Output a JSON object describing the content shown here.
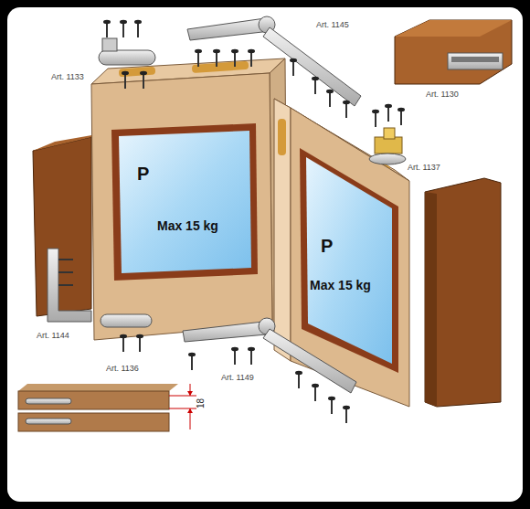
{
  "diagram": {
    "nodes": [
      {
        "text": [
          "P",
          "Max 15 kg"
        ]
      },
      {
        "text": [
          "P",
          "Max 15 kg"
        ]
      }
    ],
    "labels": [
      "Art. 1133",
      "Art. 1145",
      "Art. 1130",
      "Art. 1137",
      "Art. 1144",
      "Art. 1136",
      "Art. 1149",
      "18"
    ]
  }
}
